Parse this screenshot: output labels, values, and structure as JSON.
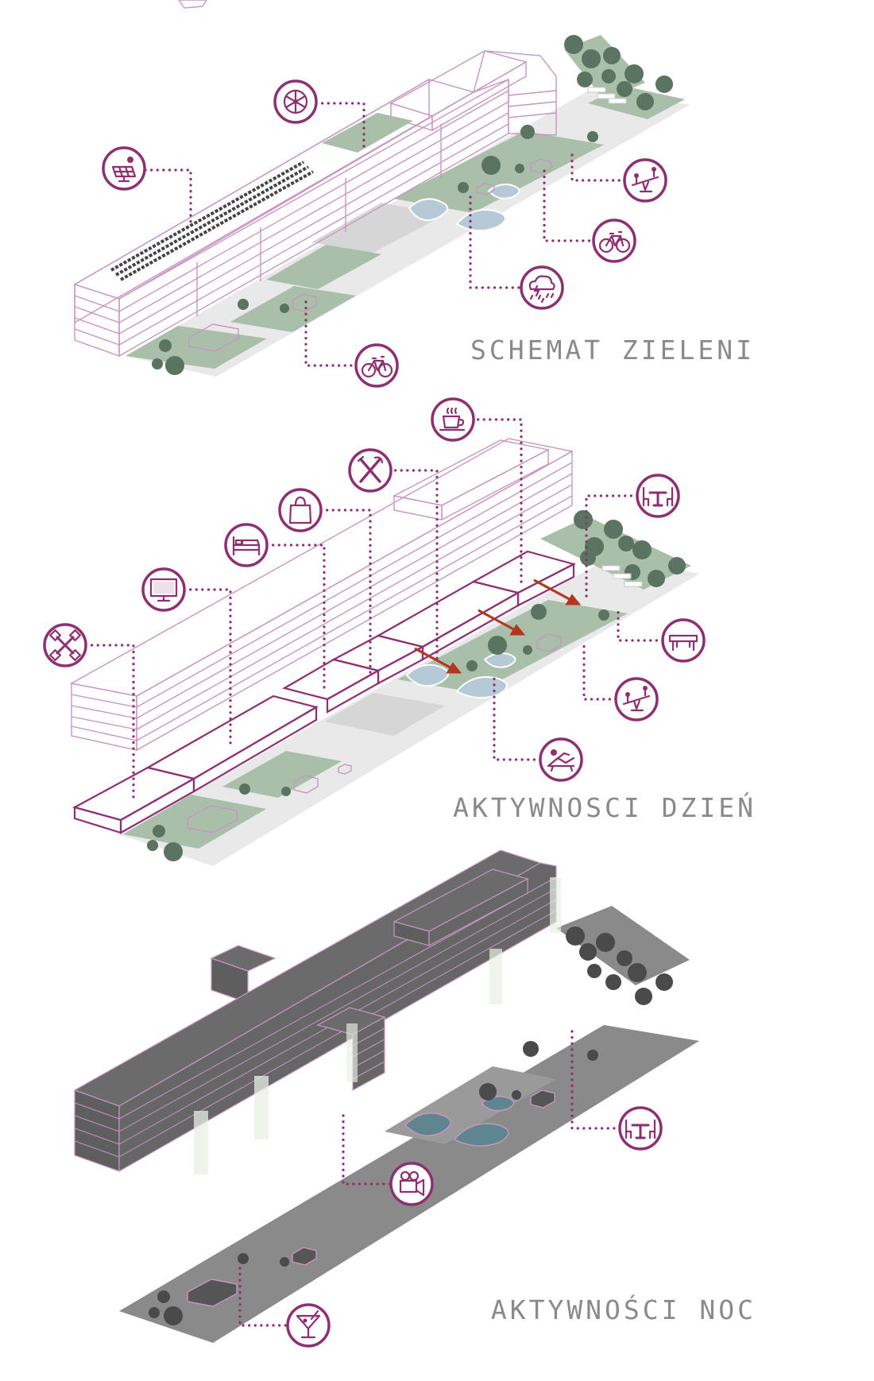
{
  "panels": {
    "green": {
      "title": "SCHEMAT ZIELENI"
    },
    "day": {
      "title": "AKTYWNOSCI DZIEŃ"
    },
    "night": {
      "title": "AKTYWNOŚCI NOC"
    }
  },
  "icons": {
    "green": [
      "wind-turbine-icon",
      "solar-panel-icon",
      "playground-seesaw-icon",
      "bicycle-icon",
      "rain-cloud-icon",
      "bicycle-icon"
    ],
    "day": [
      "coffee-cup-icon",
      "fork-knife-icon",
      "shopping-bag-icon",
      "bed-icon",
      "monitor-icon",
      "fitness-icon",
      "picnic-table-icon",
      "bench-icon",
      "playground-seesaw-icon",
      "sunbed-icon"
    ],
    "night": [
      "picnic-table-icon",
      "movie-camera-icon",
      "cocktail-icon"
    ]
  },
  "colors": {
    "accent": "#8e2f72",
    "outline": "#c896c0",
    "green": "#a9bfa9",
    "tree": "#5b7361",
    "water": "#b6c9d6",
    "arrow": "#b3361d",
    "night_building": "#6b6b6b",
    "night_ground": "#8a8a8a",
    "title": "#8a8a8a"
  }
}
